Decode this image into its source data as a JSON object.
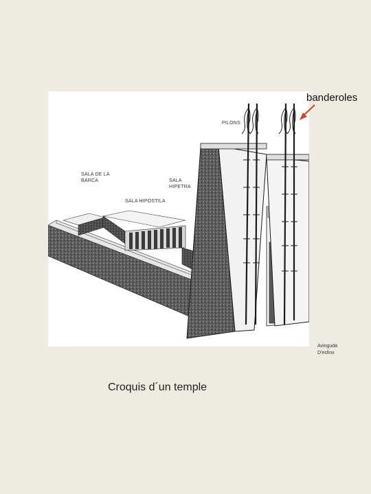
{
  "labels": {
    "banderoles": "banderoles",
    "pilons": "PILONS",
    "sala_barca": "SALA DE LA\nBARCA",
    "sala_hipetra": "SALA\nHIPETRA",
    "sala_hipostila": "SALA HIPÒSTILA",
    "avinguda": "Avinguda\nD'esfinx"
  },
  "caption": "Croquis d´un temple",
  "colors": {
    "background": "#eeebe1",
    "figure_bg": "#ffffff",
    "stone_dark": "#3a3a3a",
    "stone_mid": "#6e6e6e",
    "arrow": "#d9402b"
  }
}
